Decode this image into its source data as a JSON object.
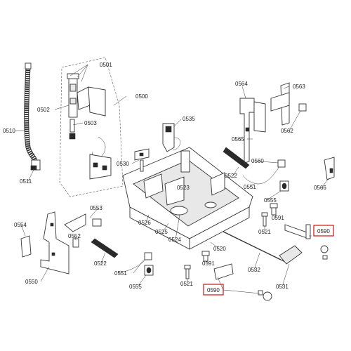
{
  "diagram": {
    "labels": {
      "l0501": "0501",
      "l0500": "0500",
      "l0502": "0502",
      "l0503": "0503",
      "l0510": "0510",
      "l0511": "0511",
      "l0535": "0535",
      "l0530": "0530",
      "l0564": "0564",
      "l0563": "0563",
      "l0565": "0565",
      "l0562": "0562",
      "l0560": "0560",
      "l0522a": "0522",
      "l0523": "0523",
      "l0551a": "0551",
      "l0555a": "0555",
      "l0566": "0566",
      "l0553": "0553",
      "l0554": "0554",
      "l0552": "0552",
      "l0550": "0550",
      "l0526": "0526",
      "l0525": "0525",
      "l0524": "0524",
      "l0520": "0520",
      "l0521a": "0521",
      "l0591a": "0591",
      "l0590a": "0590",
      "l0522b": "0522",
      "l0551b": "0551",
      "l0555b": "0555",
      "l0591b": "0591",
      "l0521b": "0521",
      "l0532": "0532",
      "l0531": "0531",
      "l0590b": "0590"
    },
    "highlight_color": "#d01010"
  }
}
